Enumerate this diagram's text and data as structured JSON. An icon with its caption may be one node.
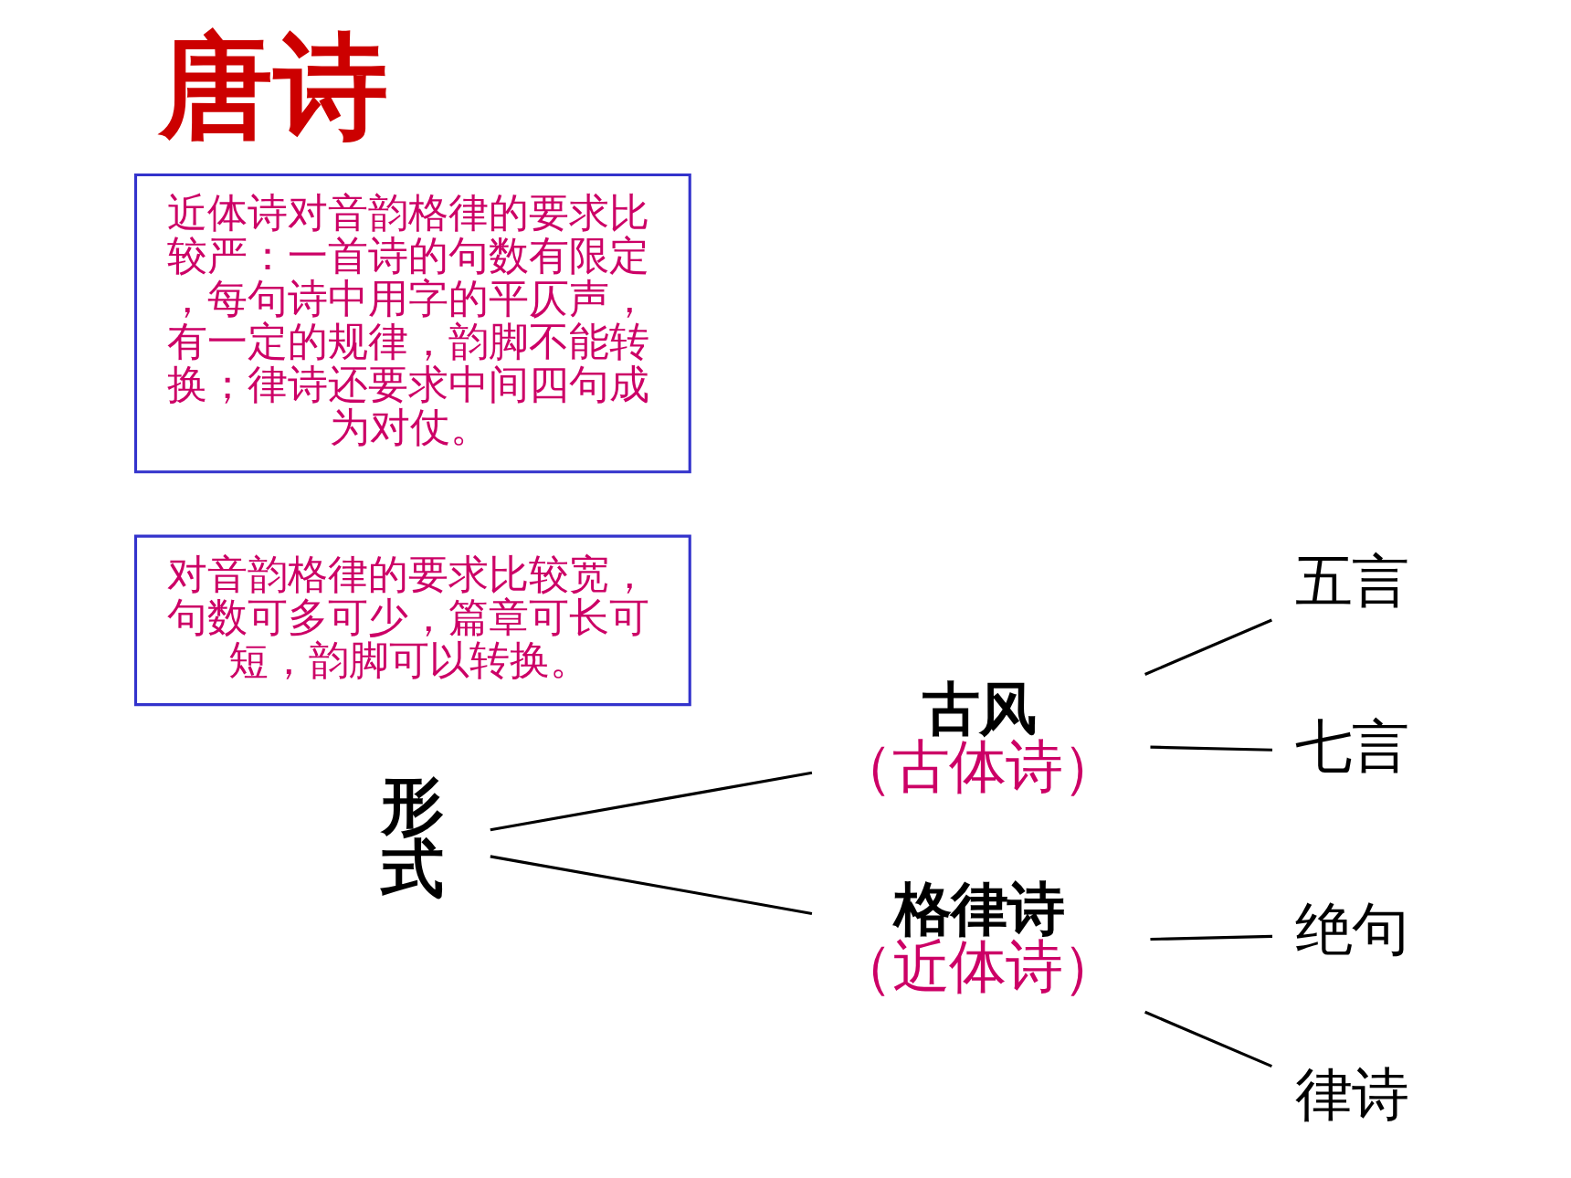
{
  "diagram": {
    "title": "唐诗",
    "nodes": [
      {
        "text": [
          "形式"
        ]
      },
      {
        "text": [
          "古风",
          "（古体诗）"
        ]
      },
      {
        "text": [
          "五言"
        ]
      },
      {
        "text": [
          "七言"
        ]
      },
      {
        "text": [
          "对音韵格律的要求比较宽，句数可多可少，篇章可长可短，韵脚可以转换。"
        ]
      },
      {
        "text": [
          "格律诗",
          "（近体诗）"
        ]
      },
      {
        "text": [
          "绝句"
        ]
      },
      {
        "text": [
          "律诗"
        ]
      },
      {
        "text": [
          "近体诗对音韵格律的要求比较严：一首诗的句数有限定，每句诗中用字的平仄声，有一定的规律，韵脚不能转换；律诗还要求中间四句成为对仗。"
        ]
      }
    ],
    "edges": [
      {
        "from": 0,
        "to": 1,
        "arrow": "none"
      },
      {
        "from": 0,
        "to": 5,
        "arrow": "none"
      },
      {
        "from": 1,
        "to": 2,
        "arrow": "none"
      },
      {
        "from": 1,
        "to": 3,
        "arrow": "none"
      },
      {
        "from": 5,
        "to": 6,
        "arrow": "none"
      },
      {
        "from": 5,
        "to": 7,
        "arrow": "none"
      }
    ]
  }
}
